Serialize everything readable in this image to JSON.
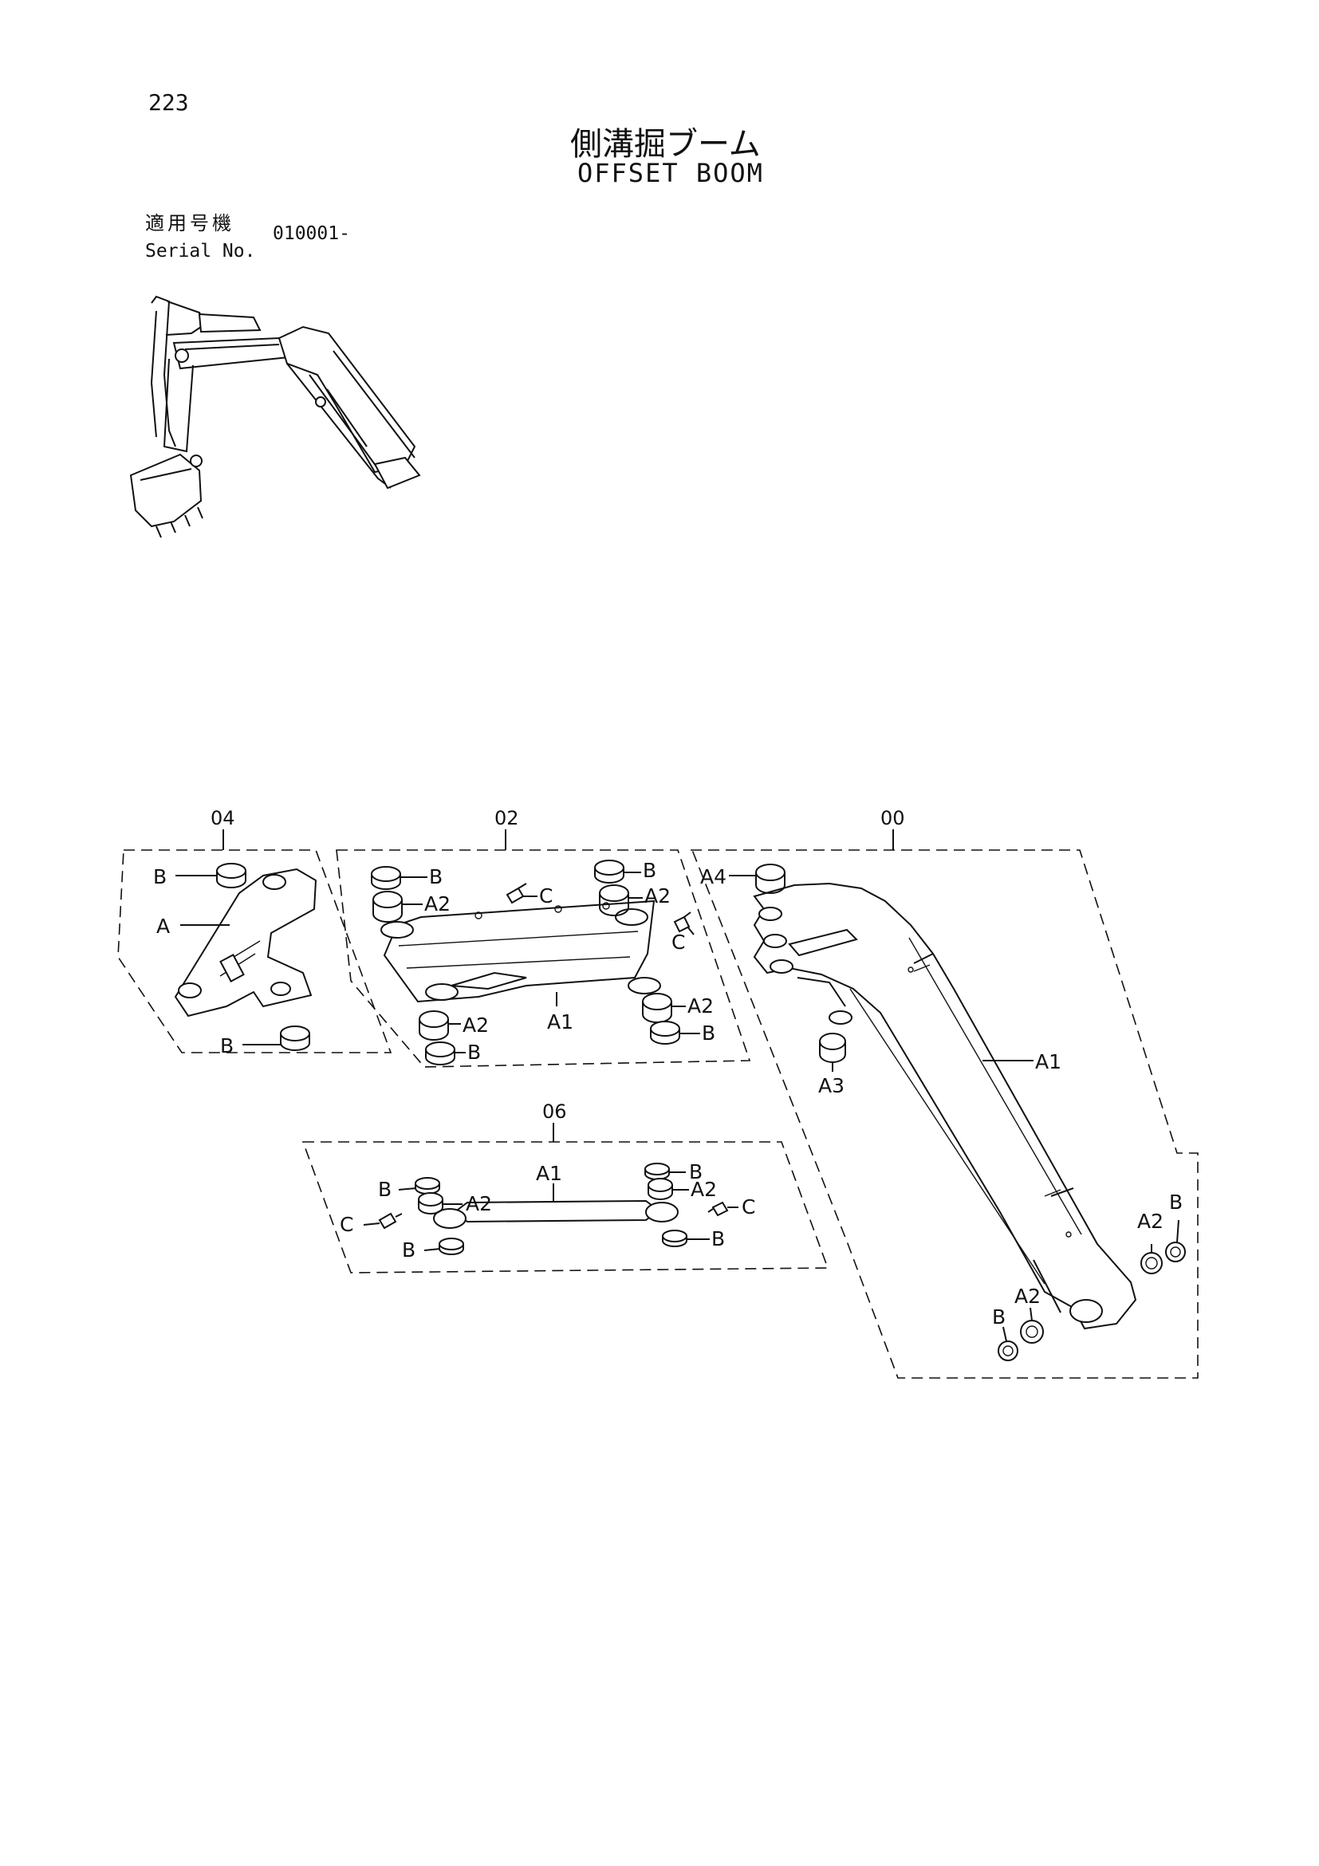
{
  "header": {
    "page_number": "223",
    "title_ja": "側溝掘ブーム",
    "title_en": "OFFSET BOOM",
    "serial_label_ja": "適用号機",
    "serial_label_en": "Serial No.",
    "serial_value": "010001-"
  },
  "groups": {
    "g04": {
      "number": "04",
      "labels": {
        "b_top": "B",
        "a": "A",
        "b_bottom": "B"
      }
    },
    "g02": {
      "number": "02",
      "labels": {
        "b_tl": "B",
        "a2_tl": "A2",
        "c_top": "C",
        "b_tr": "B",
        "a2_tr": "A2",
        "c_right": "C",
        "a2_br": "A2",
        "b_br": "B",
        "a1": "A1",
        "a2_bl": "A2",
        "b_bl": "B"
      }
    },
    "g06": {
      "number": "06",
      "labels": {
        "a1": "A1",
        "b_tl": "B",
        "a2_tl": "A2",
        "c_left": "C",
        "b_bl": "B",
        "b_tr": "B",
        "a2_tr": "A2",
        "c_right": "C",
        "b_br": "B"
      }
    },
    "g00": {
      "number": "00",
      "labels": {
        "a4": "A4",
        "a1": "A1",
        "a3": "A3",
        "a2_right": "A2",
        "b_right": "B",
        "a2_bottom": "A2",
        "b_bottom": "B"
      }
    }
  }
}
